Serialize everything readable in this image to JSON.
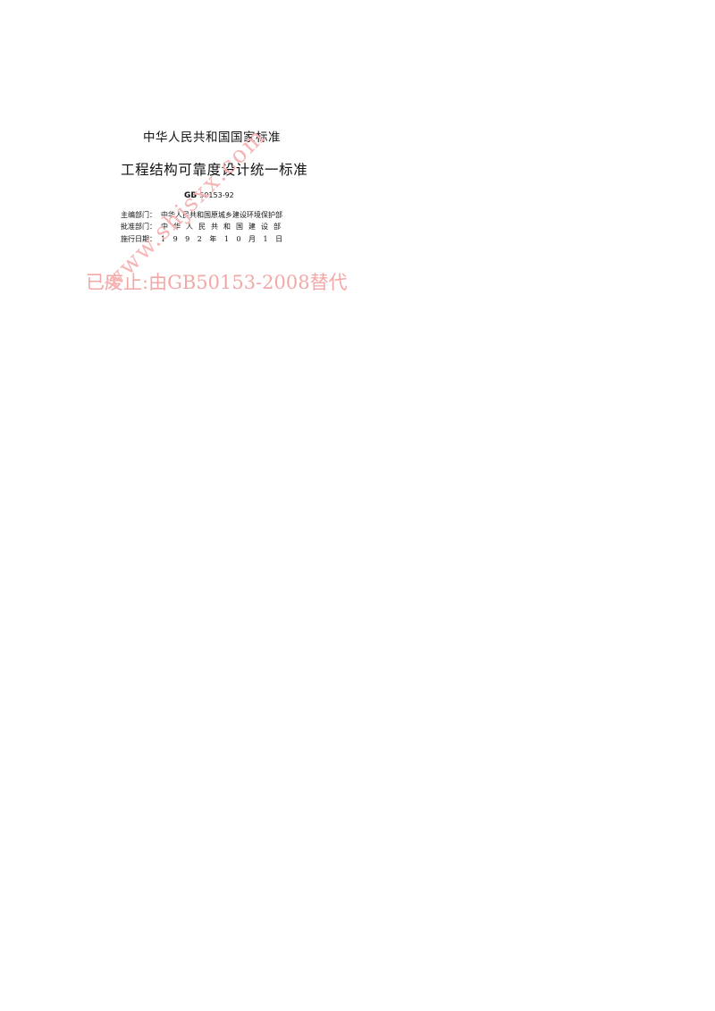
{
  "document": {
    "national_standard": "中华人民共和国国家标准",
    "title": "工程结构可靠度设计统一标准",
    "standard_code_prefix": "GB",
    "standard_code_number": "50153-92",
    "editing_dept_label": "主编部门：",
    "editing_dept_value": "中华人民共和国原城乡建设环境保护部",
    "approving_dept_label": "批准部门：",
    "approving_dept_value": "中华人民共和国建设部",
    "effective_date_label": "施行日期：",
    "effective_date_value": "1992年10月1日"
  },
  "overlay": {
    "stamp_text": "已废止:由GB50153-2008替代",
    "watermark_url": "www.shjsxx.com",
    "stamp_color": "#f3a8a8"
  }
}
